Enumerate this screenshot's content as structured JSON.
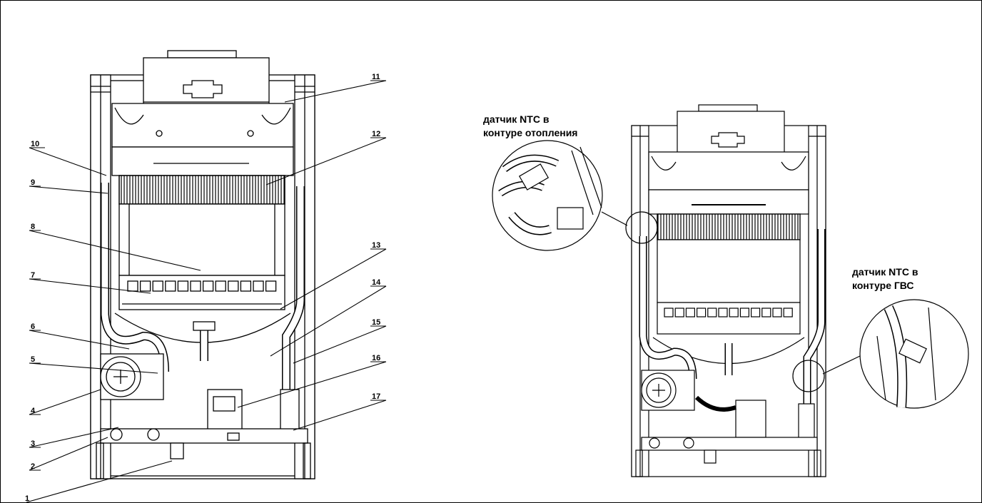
{
  "callouts": [
    "1",
    "2",
    "3",
    "4",
    "5",
    "6",
    "7",
    "8",
    "9",
    "10",
    "11",
    "12",
    "13",
    "14",
    "15",
    "16",
    "17"
  ],
  "captions": {
    "heating_ntc": [
      "датчик NTC в",
      "контуре отопления"
    ],
    "dhw_ntc": [
      "датчик NTC в",
      "контуре ГВС"
    ]
  },
  "colors": {
    "ink": "#000000",
    "paper": "#ffffff",
    "shade": "#bdbdbd",
    "fill": "#e6e6e6"
  }
}
